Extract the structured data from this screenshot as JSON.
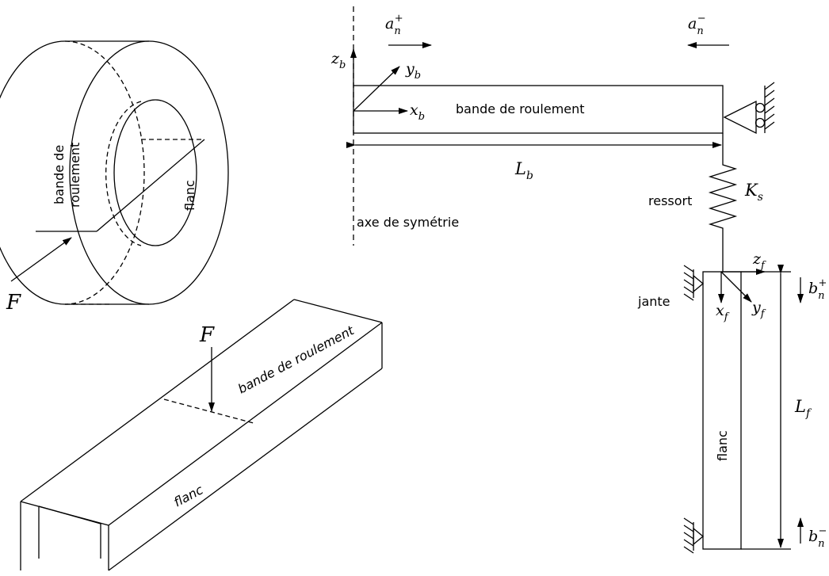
{
  "tire_ring": {
    "label_tread_line1": "bande de",
    "label_tread_line2": "roulement",
    "label_flank": "flanc",
    "force": "F"
  },
  "beam_3d": {
    "force": "F",
    "label_tread": "bande de roulement",
    "label_flank": "flanc"
  },
  "model": {
    "tread_label": "bande de roulement",
    "symmetry_axis_label": "axe de symétrie",
    "spring_label": "ressort",
    "rim_label": "jante",
    "flank_label": "flanc",
    "zb": {
      "main": "z",
      "sub": "b"
    },
    "yb": {
      "main": "y",
      "sub": "b"
    },
    "xb": {
      "main": "x",
      "sub": "b"
    },
    "Lb": {
      "main": "L",
      "sub": "b"
    },
    "Ks": {
      "main": "K",
      "sub": "s"
    },
    "zf": {
      "main": "z",
      "sub": "f"
    },
    "xf": {
      "main": "x",
      "sub": "f"
    },
    "yf": {
      "main": "y",
      "sub": "f"
    },
    "Lf": {
      "main": "L",
      "sub": "f"
    },
    "an_plus": {
      "main": "a",
      "sub": "n",
      "sup": "+"
    },
    "an_minus": {
      "main": "a",
      "sub": "n",
      "sup": "−"
    },
    "bn_plus": {
      "main": "b",
      "sub": "n",
      "sup": "+"
    },
    "bn_minus": {
      "main": "b",
      "sub": "n",
      "sup": "−"
    }
  }
}
